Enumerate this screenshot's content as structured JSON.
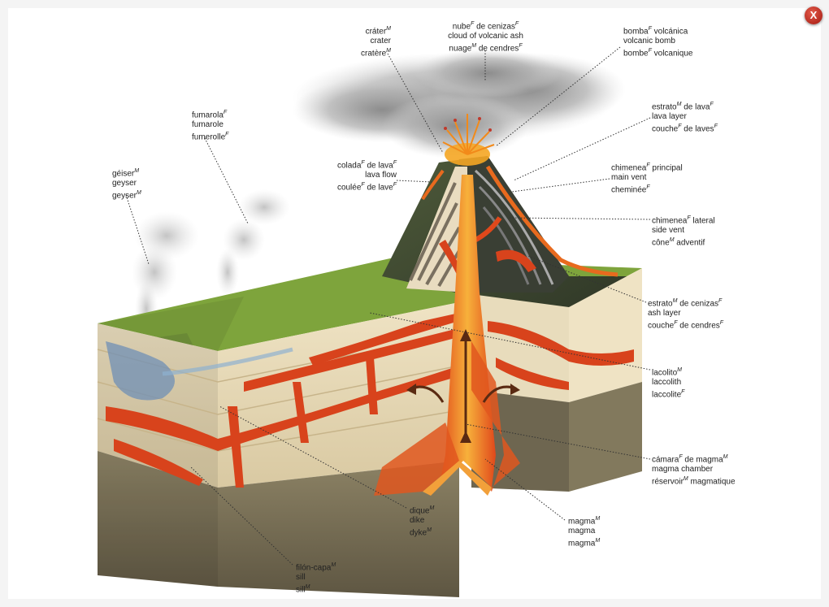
{
  "close_button": {
    "label": "X"
  },
  "labels": {
    "crater": {
      "es": "cráter",
      "es_g": "M",
      "en": "crater",
      "fr": "cratère",
      "fr_g": "M"
    },
    "ash_cloud": {
      "es": "nube",
      "es_g": "F",
      "es_rest": " de cenizas",
      "es_g2": "F",
      "en": "cloud of volcanic ash",
      "fr": "nuage",
      "fr_g": "M",
      "fr_rest": " de cendres",
      "fr_g2": "F"
    },
    "volcanic_bomb": {
      "es": "bomba",
      "es_g": "F",
      "es_rest": " volcánica",
      "en": "volcanic bomb",
      "fr": "bombe",
      "fr_g": "F",
      "fr_rest": " volcanique"
    },
    "fumarole": {
      "es": "fumarola",
      "es_g": "F",
      "en": "fumarole",
      "fr": "fumerolle",
      "fr_g": "F"
    },
    "geyser": {
      "es": "géiser",
      "es_g": "M",
      "en": "geyser",
      "fr": "geyser",
      "fr_g": "M"
    },
    "lava_flow": {
      "es": "colada",
      "es_g": "F",
      "es_rest": " de lava",
      "es_g2": "F",
      "en": "lava flow",
      "fr": "coulée",
      "fr_g": "F",
      "fr_rest": " de lave",
      "fr_g2": "F"
    },
    "lava_layer": {
      "es": "estrato",
      "es_g": "M",
      "es_rest": " de lava",
      "es_g2": "F",
      "en": "lava layer",
      "fr": "couche",
      "fr_g": "F",
      "fr_rest": " de laves",
      "fr_g2": "F"
    },
    "main_vent": {
      "es": "chimenea",
      "es_g": "F",
      "es_rest": " principal",
      "en": "main vent",
      "fr": "cheminée",
      "fr_g": "F"
    },
    "side_vent": {
      "es": "chimenea",
      "es_g": "F",
      "es_rest": " lateral",
      "en": "side vent",
      "fr": "cône",
      "fr_g": "M",
      "fr_rest": " adventif"
    },
    "ash_layer": {
      "es": "estrato",
      "es_g": "M",
      "es_rest": " de cenizas",
      "es_g2": "F",
      "en": "ash layer",
      "fr": "couche",
      "fr_g": "F",
      "fr_rest": " de cendres",
      "fr_g2": "F"
    },
    "laccolith": {
      "es": "lacolito",
      "es_g": "M",
      "en": "laccolith",
      "fr": "laccolite",
      "fr_g": "F"
    },
    "magma_chamber": {
      "es": "cámara",
      "es_g": "F",
      "es_rest": " de magma",
      "es_g2": "M",
      "en": "magma chamber",
      "fr": "réservoir",
      "fr_g": "M",
      "fr_rest": " magmatique"
    },
    "dike": {
      "es": "dique",
      "es_g": "M",
      "en": "dike",
      "fr": "dyke",
      "fr_g": "M"
    },
    "magma": {
      "es": "magma",
      "es_g": "M",
      "en": "magma",
      "fr": "magma",
      "fr_g": "M"
    },
    "sill": {
      "es": "filón-capa",
      "es_g": "M",
      "en": "sill",
      "fr": "sill",
      "fr_g": "M"
    }
  }
}
